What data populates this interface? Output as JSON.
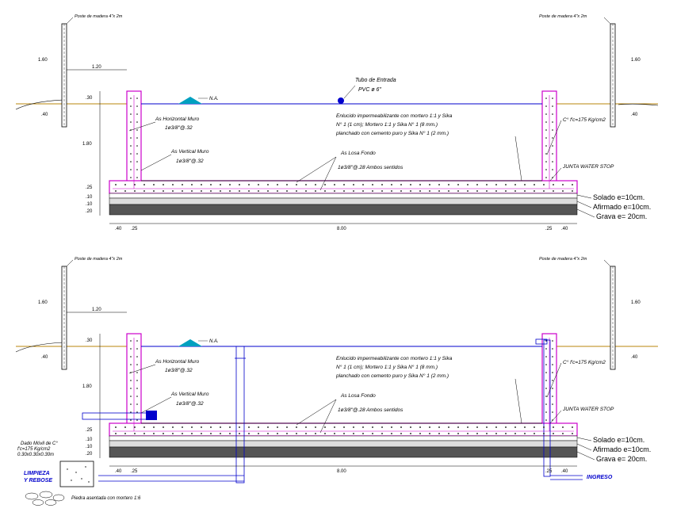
{
  "post_label": "Poste de madera 4\"x 2m",
  "pipe_label": "Tubo de Entrada",
  "pipe_size": "PVC ø 6\"",
  "water_level": "N.A.",
  "plaster_note": [
    "Enlucido impermeabilizante con mortero 1:1 y Sika",
    "N° 1 (1 cm); Mortero 1:1 y Sika N° 1 (8 mm.)",
    "planchado con cemento puro y Sika N° 1 (2 mm.)"
  ],
  "concrete_label": "C° f'c=175 Kg/cm2",
  "wall_horizontal_label": "As Horizontal Muro",
  "wall_horizontal_spec": "1ø3/8\"@.32",
  "wall_vertical_label": "As Vertical Muro",
  "wall_vertical_spec": "1ø3/8\"@.32",
  "slab_label": "As Losa Fondo",
  "slab_spec": "1ø3/8\"@.28 Ambos sentidos",
  "waterstop_label": "JUNTA WATER STOP",
  "layer_labels": [
    "Solado e=10cm.",
    "Afirmado e=10cm.",
    "Grava e= 20cm."
  ],
  "dims": {
    "post_height": "1.60",
    "offset": "1.20",
    "top": ".30",
    "ground": ".40",
    "wall_height": "1.80",
    "slab": ".25",
    "layer1": ".10",
    "layer2": ".10",
    "layer3": ".20",
    "left_outer": ".40",
    "left_wall": ".25",
    "span": "8.00",
    "right_wall": ".25",
    "right_outer": ".40"
  },
  "dado_label": [
    "Dado Móvil de C°",
    "f'c=175 Kg/cm2",
    "0.30x0.30x0.30m"
  ],
  "drain_label": [
    "LIMPIEZA",
    "Y REBOSE"
  ],
  "inlet_label": "INGRESO",
  "stone_label": "Piedra asentada con mortero 1:6",
  "colors": {
    "concrete": "#cc00cc",
    "pipe": "#0000cc",
    "ground": "#b8860b",
    "water": "#00a0c0",
    "line": "#000000"
  }
}
